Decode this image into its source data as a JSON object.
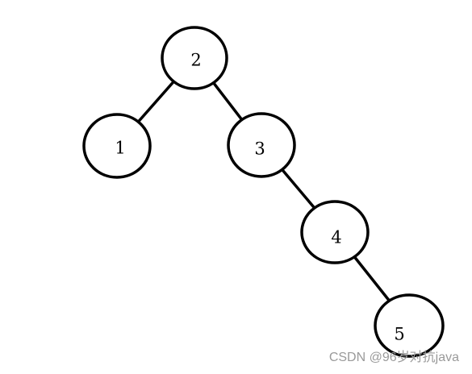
{
  "tree": {
    "nodes": [
      {
        "id": "n2",
        "label": "2"
      },
      {
        "id": "n1",
        "label": "1"
      },
      {
        "id": "n3",
        "label": "3"
      },
      {
        "id": "n4",
        "label": "4"
      },
      {
        "id": "n5",
        "label": "5"
      }
    ],
    "edges": [
      {
        "from": "n2",
        "to": "n1"
      },
      {
        "from": "n2",
        "to": "n3"
      },
      {
        "from": "n3",
        "to": "n4"
      },
      {
        "from": "n4",
        "to": "n5"
      }
    ]
  },
  "watermark": {
    "text": "CSDN @96岁对抗java"
  },
  "colors": {
    "stroke": "#000000",
    "fill": "#ffffff",
    "watermark": "#9a9a9a"
  }
}
